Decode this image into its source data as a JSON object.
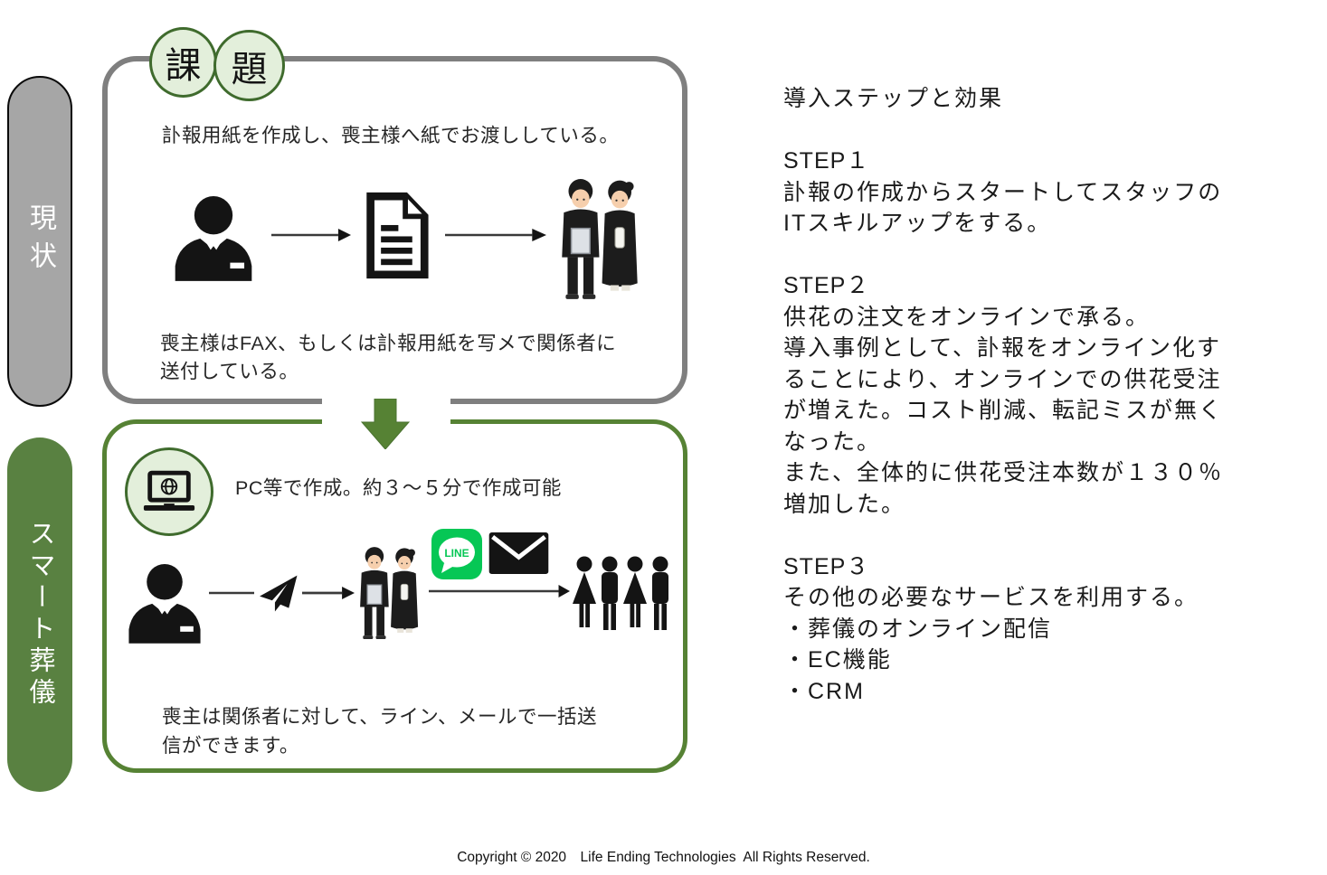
{
  "sidebar": {
    "current": {
      "label": "現状"
    },
    "smart": {
      "label": "スマート葬儀"
    }
  },
  "issue_section": {
    "badges": [
      {
        "char": "課"
      },
      {
        "char": "題"
      }
    ],
    "intro": "訃報用紙を作成し、喪主様へ紙でお渡ししている。",
    "note_line1": "喪主様はFAX、もしくは訃報用紙を写メで関係者に",
    "note_line2": "送付している。"
  },
  "smart_section": {
    "pc_note": "PC等で作成。約３～５分で作成可能",
    "line_label": "LINE",
    "note_line1": "喪主は関係者に対して、ライン、メールで一括送",
    "note_line2": "信ができます。"
  },
  "steps_panel": {
    "title": "導入ステップと効果",
    "steps": [
      {
        "label": "STEP１",
        "lines": [
          "訃報の作成からスタートしてスタッフの",
          "ITスキルアップをする。"
        ]
      },
      {
        "label": "STEP２",
        "lines": [
          "供花の注文をオンラインで承る。",
          "導入事例として、訃報をオンライン化す",
          "ることにより、オンラインでの供花受注",
          "が増えた。コスト削減、転記ミスが無く",
          "なった。",
          "また、全体的に供花受注本数が１３０％",
          "増加した。"
        ]
      },
      {
        "label": "STEP３",
        "lines": [
          "その他の必要なサービスを利用する。",
          "・葬儀のオンライン配信",
          "・EC機能",
          "・CRM"
        ]
      }
    ]
  },
  "footer": {
    "copyright": "Copyright © 2020　Life Ending Technologies  All Rights Reserved."
  },
  "icons": [
    "businessman-icon",
    "obituary-document-icon",
    "mourning-couple-icon",
    "paper-plane-icon",
    "line-icon",
    "mail-icon",
    "crowd-icon",
    "laptop-globe-icon",
    "transition-arrow-icon",
    "flow-arrow-icon"
  ],
  "colors": {
    "accent_green": "#568234",
    "sidebar_green": "#598141",
    "light_green_fill": "#e3efdb",
    "dark_green_border": "#3f6b2d",
    "sidebar_gray": "#a6a6a6",
    "box_border_gray": "#7f7f7f",
    "line_brand_green": "#06C755"
  }
}
